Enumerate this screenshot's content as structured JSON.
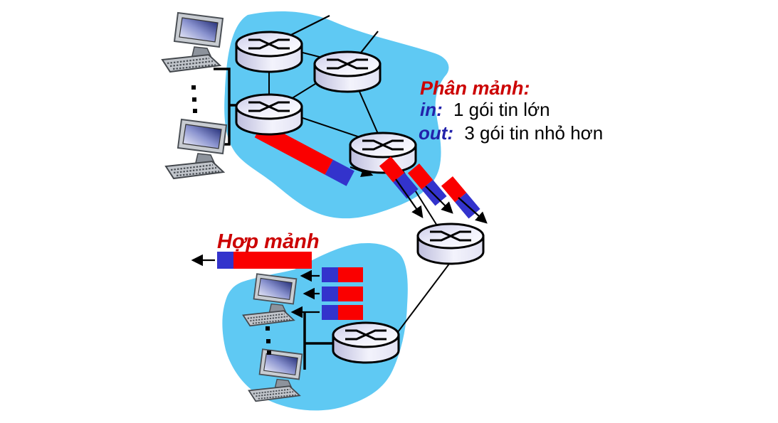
{
  "diagram": {
    "fragmentation_note": {
      "title": "Phân mảnh:",
      "in_keyword": "in:",
      "in_text": "1 gói tin lớn",
      "out_keyword": "out:",
      "out_text": "3 gói tin nhỏ hơn"
    },
    "reassembly_note": {
      "title": "Hợp mảnh"
    }
  },
  "colors": {
    "cloud_blue": "#5FC9F3",
    "packet_red": "#FA0000",
    "packet_blue": "#3333CC",
    "note_title_red": "#CC0000",
    "keyword_blue": "#2222AA",
    "text_black": "#000000"
  },
  "icons": {
    "router": "router-icon (cylinder with crossbar-switch X symbol)",
    "computer": "computer-icon (desktop monitor with keyboard)",
    "arrow": "flow-arrow (black arrowhead)",
    "ellipsis_dots": "more-hosts-dots"
  }
}
